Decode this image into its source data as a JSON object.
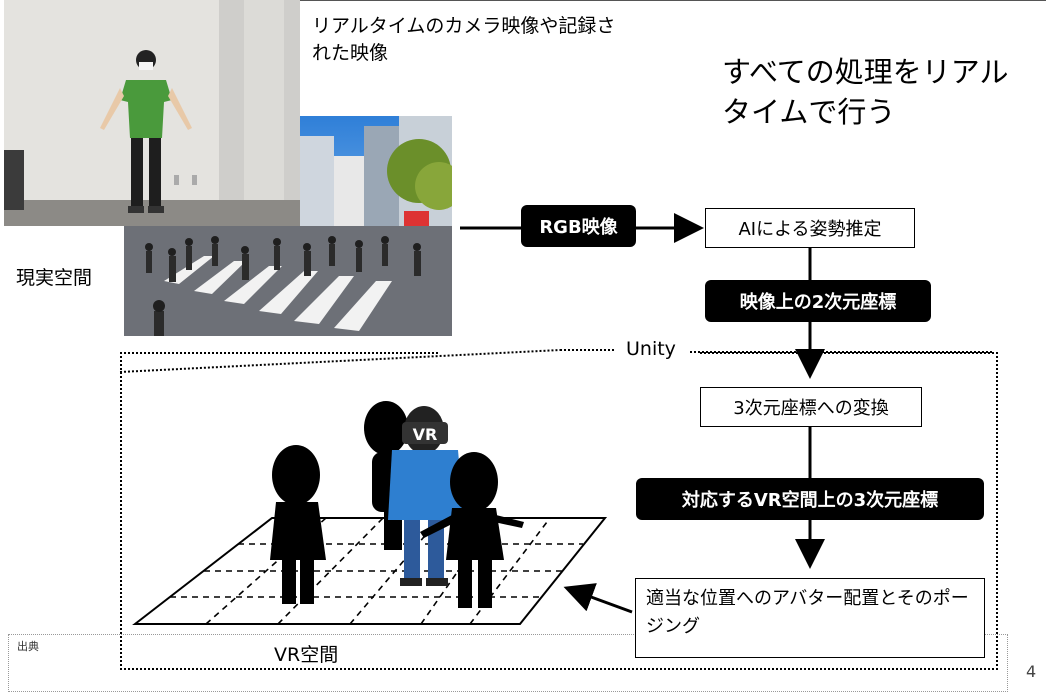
{
  "captions": {
    "camera": "リアルタイムのカメラ映像や記録された映像",
    "headline": "すべての処理をリアルタイムで行う",
    "real_space": "現実空間",
    "unity": "Unity",
    "vr_space": "VR空間",
    "source": "出典",
    "page_number": "4"
  },
  "flow": {
    "rgb_pill": "RGB映像",
    "pose_box": "AIによる姿勢推定",
    "coords2d_pill": "映像上の2次元座標",
    "convert3d_box": "3次元座標への変換",
    "vr3d_pill": "対応するVR空間上の3次元座標",
    "avatar_box": "適当な位置へのアバター配置とそのポージング"
  },
  "illustration": {
    "vr_headset_text": "VR"
  },
  "colors": {
    "shirt_green": "#4a9a3c",
    "sky_blue": "#3d8fe0",
    "vr_person_shirt": "#2e7fd0"
  }
}
